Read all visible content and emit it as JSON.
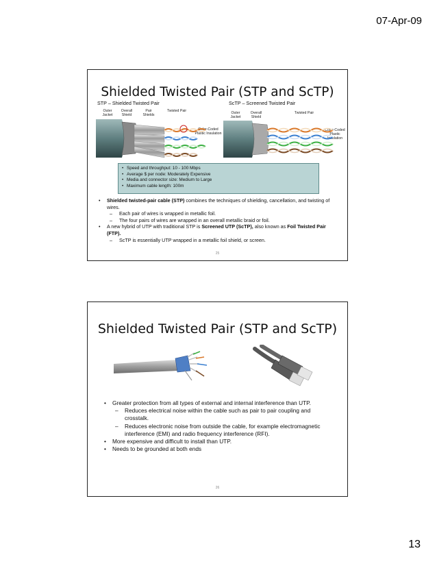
{
  "header": {
    "date": "07-Apr-09"
  },
  "footer": {
    "page_number": "13"
  },
  "slide1": {
    "title": "Shielded Twisted Pair (STP and ScTP)",
    "stp_label": "STP – Shielded Twisted Pair",
    "sctp_label": "ScTP – Screened Twisted Pair",
    "stp_parts": {
      "outer_jacket": "Outer Jacket",
      "overall_shield": "Overall Shield",
      "pair_shields": "Pair Shields",
      "twisted_pair": "Twisted Pair",
      "color_coded": "Color-Coded Plastic Insulation"
    },
    "sctp_parts": {
      "outer_jacket": "Outer Jacket",
      "overall_shield": "Overall Shield",
      "twisted_pair": "Twisted Pair",
      "color_coded": "Color-Coded Plastic Insulation"
    },
    "info": [
      "Speed and throughput:  10 - 100 Mbps",
      "Average $ per node:  Moderately Expensive",
      "Media and connector size:  Medium to Large",
      "Maximum cable length:  100m"
    ],
    "bullet1_bold": "Shielded twisted-pair cable (STP)",
    "bullet1_rest": " combines the techniques of shielding, cancellation, and twisting of wires.",
    "sub1": "Each pair of wires is wrapped in metallic foil.",
    "sub2": "The four pairs of wires are wrapped in an overall metallic braid or foil.",
    "bullet2_a": "A new hybrid of UTP with traditional STP is ",
    "bullet2_bold1": "Screened UTP (ScTP),",
    "bullet2_b": " also known as ",
    "bullet2_bold2": "Foil Twisted Pair (FTP).",
    "sub3": "ScTP is essentially UTP wrapped in a metallic foil shield, or screen.",
    "slide_number": "25"
  },
  "slide2": {
    "title": "Shielded Twisted Pair (STP and ScTP)",
    "bullet1": "Greater protection from all types of external and internal interference than UTP.",
    "sub1": "Reduces electrical noise within the cable such as pair to pair coupling and crosstalk.",
    "sub2": "Reduces electronic noise from outside the cable, for example electromagnetic interference (EMI) and radio frequency interference (RFI).",
    "bullet2": "More expensive and difficult to install than UTP.",
    "bullet3": "Needs to be grounded at both ends",
    "slide_number": "26"
  }
}
